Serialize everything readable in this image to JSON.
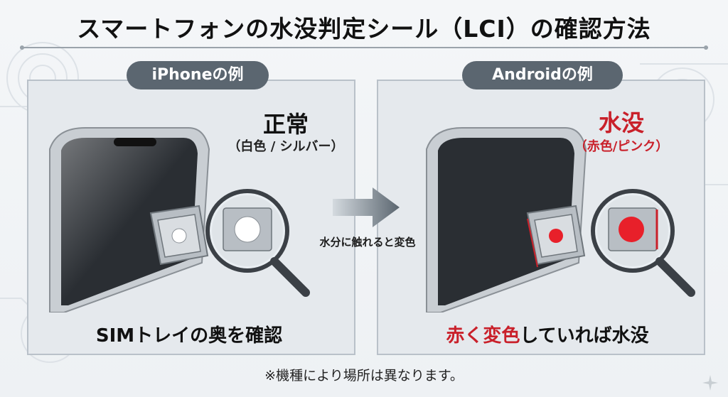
{
  "title": "スマートフォンの水没判定シール（LCI）の確認方法",
  "left_panel": {
    "label": "iPhoneの例",
    "status_title": "正常",
    "status_sub": "（白色 / シルバー）",
    "caption": "SIMトレイの奥を確認",
    "sticker_color": "#ffffff"
  },
  "right_panel": {
    "label": "Androidの例",
    "status_title": "水没",
    "status_sub": "（赤色/ピンク）",
    "caption_red": "赤く変色",
    "caption_rest": "していれば水没",
    "sticker_color": "#e8202a"
  },
  "arrow_label": "水分に触れると変色",
  "footnote": "※機種により場所は異なります。",
  "colors": {
    "accent_red": "#c9202a",
    "pill_bg": "#5b6670",
    "phone_dark": "#1f2328"
  }
}
